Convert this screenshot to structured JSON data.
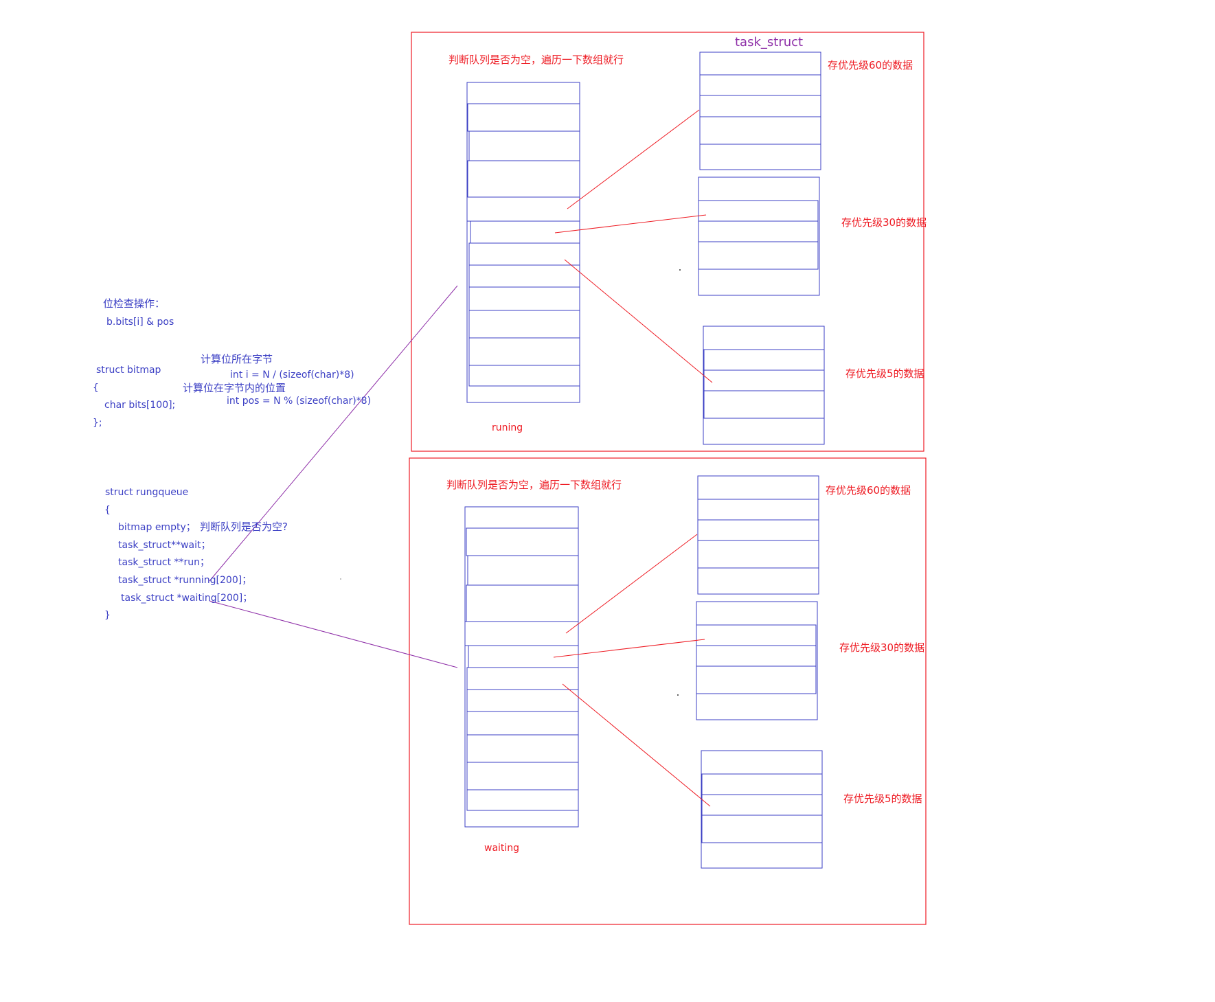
{
  "code": {
    "bitcheck_title": "位检查操作：",
    "bitcheck_expr": "b.bits[i] & pos",
    "bitmap_decl": "struct bitmap",
    "brace_open": "{",
    "bitmap_field": "char bits[100];",
    "bitmap_close": "};",
    "note_byte": "计算位所在字节",
    "expr_i": "int i = N / (sizeof(char)*8)",
    "note_pos": "计算位在字节内的位置",
    "expr_pos": "int pos = N % (sizeof(char)*8)",
    "runqueue_decl": "struct rungqueue",
    "runqueue_open": "{",
    "field_empty": "bitmap empty；",
    "note_empty": "判断队列是否为空?",
    "field_wait": "task_struct**wait；",
    "field_run": "task_struct **run；",
    "field_running": "task_struct *running[200]；",
    "field_waiting": "task_struct *waiting[200]；",
    "runqueue_close": "}"
  },
  "panels": {
    "top": {
      "heading": "task_struct",
      "note": "判断队列是否为空，遍历一下数组就行",
      "array_label": "runing",
      "p60": "存优先级60的数据",
      "p30": "存优先级30的数据",
      "p5": "存优先级5的数据"
    },
    "bottom": {
      "note": "判断队列是否为空，遍历一下数组就行",
      "array_label": "waiting",
      "p60": "存优先级60的数据",
      "p30": "存优先级30的数据",
      "p5": "存优先级5的数据"
    }
  },
  "colors": {
    "frame": "#ee1c24",
    "box": "#3b3fc4",
    "link": "#ee1c24",
    "pointer": "#8e2fa8"
  }
}
